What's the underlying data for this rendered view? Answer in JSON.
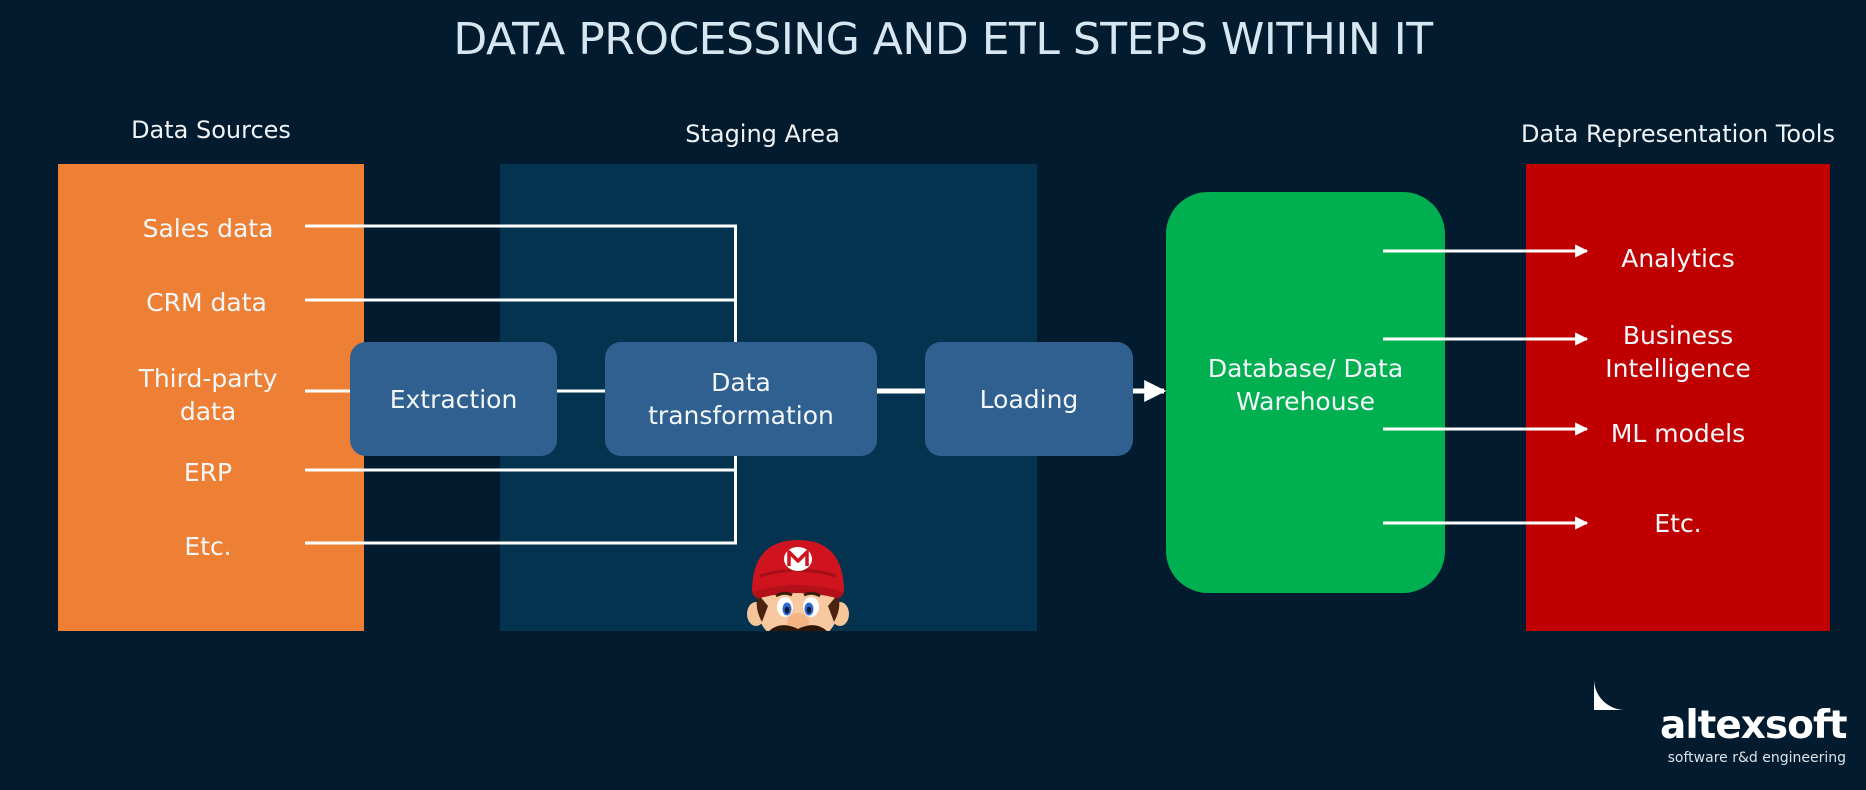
{
  "title": "DATA PROCESSING AND ETL STEPS WITHIN IT",
  "sections": {
    "sources_label": "Data Sources",
    "staging_label": "Staging Area",
    "tools_label": "Data Representation Tools"
  },
  "sources": [
    "Sales data",
    "CRM data",
    "Third-party data",
    "ERP",
    "Etc."
  ],
  "sources_display": {
    "third_party_line1": "Third-party",
    "third_party_line2": "data"
  },
  "process": {
    "extraction": "Extraction",
    "transformation_line1": "Data",
    "transformation_line2": "transformation",
    "loading": "Loading"
  },
  "destination": {
    "line1": "Database/ Data",
    "line2": "Warehouse"
  },
  "tools": {
    "analytics": "Analytics",
    "bi_line1": "Business",
    "bi_line2": "Intelligence",
    "ml": "ML models",
    "etc": "Etc."
  },
  "brand": {
    "name": "altexsoft",
    "tagline": "software r&d engineering"
  },
  "colors": {
    "background": "#031b2e",
    "sources": "#ed8034",
    "staging": "#043350",
    "process_boxes": "#30608f",
    "warehouse": "#00b050",
    "tools": "#c00000",
    "lines": "#ffffff"
  },
  "icons": {
    "mascot": "mario-head-icon",
    "logo": "altexsoft-logo-icon"
  }
}
